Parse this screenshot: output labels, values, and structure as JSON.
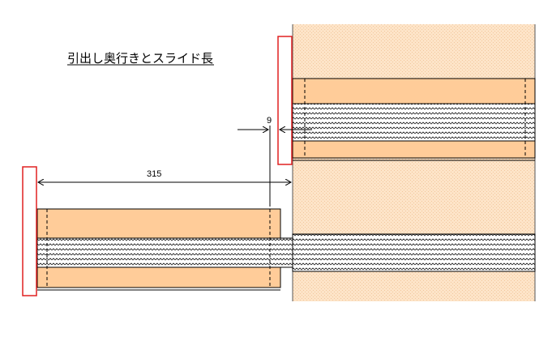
{
  "title": "引出し奥行きとスライド長",
  "dimensions": {
    "slide_length": "315",
    "clearance": "9"
  },
  "colors": {
    "wall_fill": "#fde4c8",
    "rail_fill": "#ffcc99",
    "slide_fill": "#ffffff",
    "wave": "#222222",
    "front_panel_stroke": "#e02020",
    "line": "#000000"
  },
  "icons": {
    "arrow": "arrowhead-icon"
  }
}
